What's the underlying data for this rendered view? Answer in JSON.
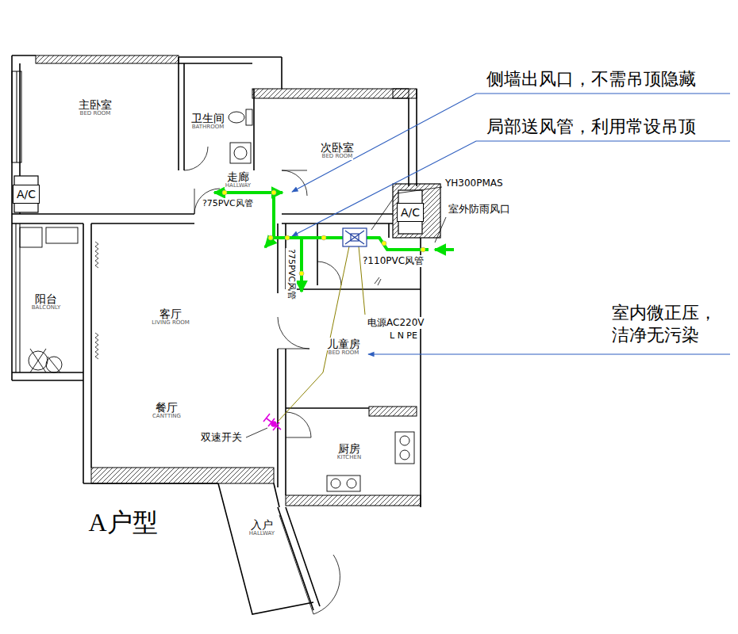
{
  "diagram": {
    "title": "A户型",
    "nodes": [
      {
        "text": [
          "主卧室",
          "BED ROOM"
        ]
      },
      {
        "text": [
          "卫生间",
          "BATHROOM"
        ]
      },
      {
        "text": [
          "次卧室",
          "BED ROOM"
        ]
      },
      {
        "text": [
          "走廊",
          "HALLWAY"
        ]
      },
      {
        "text": [
          "A/C"
        ]
      },
      {
        "text": [
          "A/C"
        ]
      },
      {
        "text": [
          "阳台",
          "BALCONLY"
        ]
      },
      {
        "text": [
          "客厅",
          "LIVING ROOM"
        ]
      },
      {
        "text": [
          "儿童房",
          "BED ROOM"
        ]
      },
      {
        "text": [
          "餐厅",
          "CANTTING"
        ]
      },
      {
        "text": [
          "厨房",
          "KITCHEN"
        ]
      },
      {
        "text": [
          "入户",
          "HALLWAY"
        ]
      }
    ],
    "labels": [
      "侧墙出风口，不需吊顶隐藏",
      "局部送风管，利用常设吊顶",
      "YH300PMAS",
      "室外防雨风口",
      "?75PVC风管",
      "?75PVC风管",
      "?110PVC风管",
      "电源AC220V",
      "L N PE",
      "室内微正压， 洁净无污染",
      "双速开关"
    ]
  }
}
